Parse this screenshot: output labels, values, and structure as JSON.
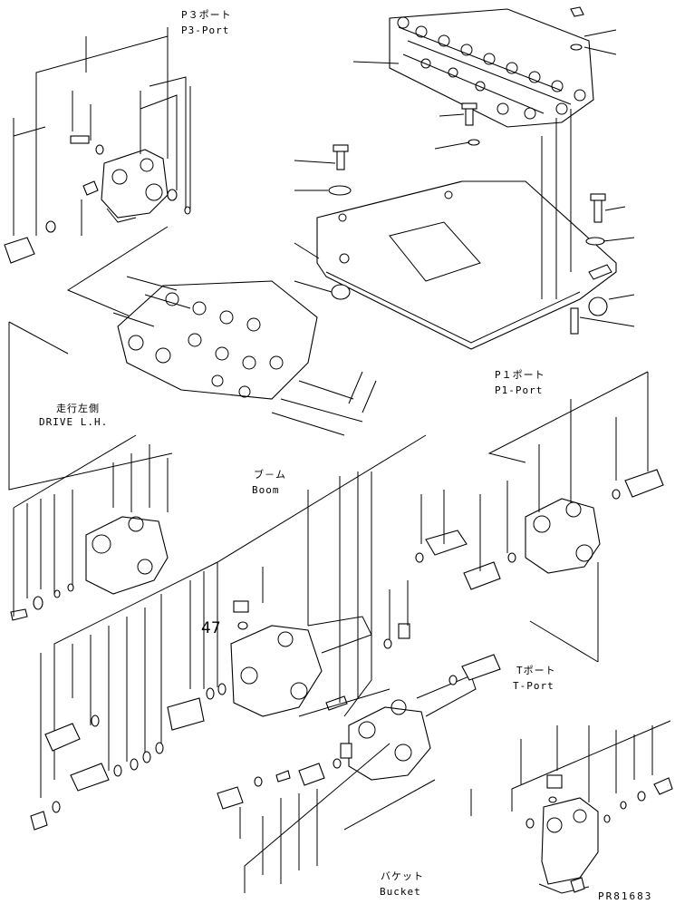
{
  "labels": {
    "p3_jp": "P３ポート",
    "p3_en": "P3-Port",
    "drive_jp": "走行左側",
    "drive_en": "DRIVE L.H.",
    "boom_jp": "ブ－ム",
    "boom_en": "Boom",
    "p1_jp": "P１ポート",
    "p1_en": "P1-Port",
    "t_jp": "Tポート",
    "t_en": "T-Port",
    "bucket_jp": "バケット",
    "bucket_en": "Bucket",
    "ref_47": "47"
  },
  "drawing_id": "PR81683"
}
